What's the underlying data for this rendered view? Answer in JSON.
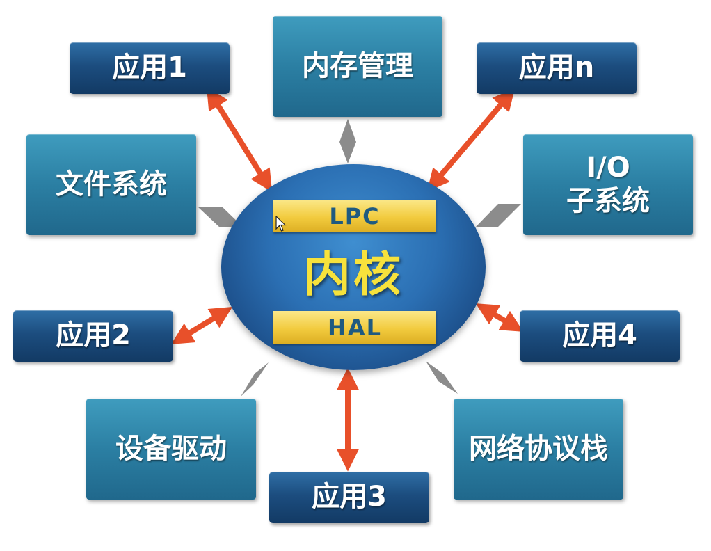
{
  "kernel": {
    "title": "内核",
    "top_bar": "LPC",
    "bottom_bar": "HAL"
  },
  "applications": {
    "app1": "应用1",
    "app2": "应用2",
    "app3": "应用3",
    "app4": "应用4",
    "appn": "应用n"
  },
  "subsystems": {
    "memory": "内存管理",
    "filesystem": "文件系统",
    "io_line1": "I/O",
    "io_line2": "子系统",
    "drivers": "设备驱动",
    "network": "网络协议栈"
  },
  "colors": {
    "app_box": "#1c4d7f",
    "subsystem_box": "#2b7fa3",
    "kernel_fill": "#2b6fb3",
    "kernel_text": "#f7e23c",
    "bar_fill": "#f2cb3e",
    "bar_text": "#1f5a80",
    "app_arrow": "#e8502a",
    "subsystem_connector": "#8c8c8c"
  },
  "icons": {
    "app_link": "double-headed-arrow",
    "subsystem_link": "gray-diamond-connector",
    "pointer": "mouse-cursor"
  }
}
